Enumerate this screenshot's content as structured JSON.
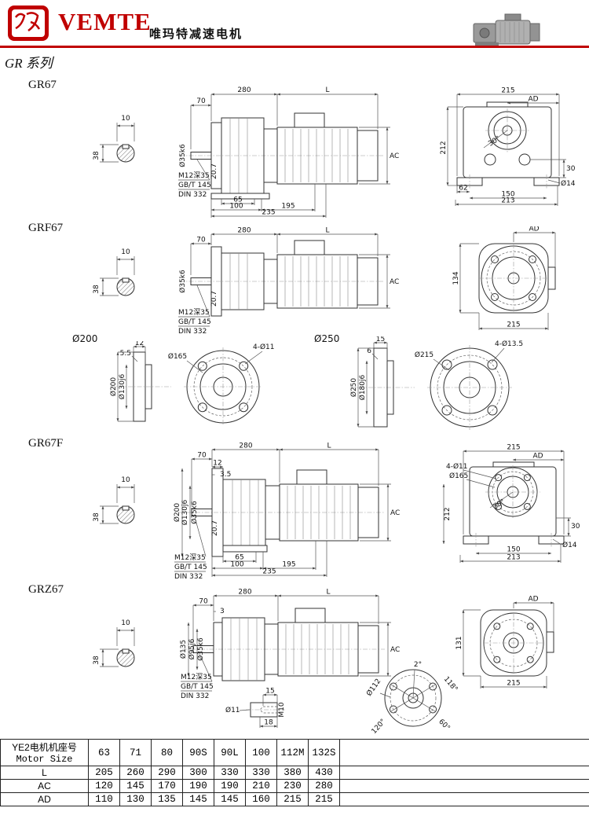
{
  "header": {
    "brand": "VEMTE",
    "subtitle": "唯玛特减速电机",
    "series": "GR 系列"
  },
  "common": {
    "key_w": "10",
    "shaft_h": "38",
    "thread": "M12深35",
    "std_gb": "GB/T 145",
    "std_din": "DIN 332"
  },
  "sections": {
    "gr67": {
      "title": "GR67",
      "side": {
        "len": "280",
        "L": "L",
        "d70": "70",
        "shaft_dia": "Ø35k6",
        "key": "20.7",
        "ac": "AC",
        "b1": "65",
        "b2": "100",
        "b3": "195",
        "b4": "235"
      },
      "end": {
        "w": "215",
        "ad": "AD",
        "h": "212",
        "ang": "30°",
        "r30": "30",
        "b62": "62",
        "b150": "150",
        "b213": "213",
        "hole": "Ø14"
      }
    },
    "grf67": {
      "title": "GRF67",
      "side": {
        "len": "280",
        "L": "L",
        "d70": "70",
        "shaft_dia": "Ø35k6",
        "key": "20.7",
        "ac": "AC"
      },
      "end": {
        "ad": "AD",
        "h": "134",
        "w": "215"
      }
    },
    "flange200": {
      "title": "Ø200",
      "t1": "12",
      "t2": "5.5",
      "od": "Ø200",
      "spigot": "Ø130j6",
      "bc": "Ø165",
      "holes": "4-Ø11"
    },
    "flange250": {
      "title": "Ø250",
      "t1": "15",
      "t2": "6",
      "od": "Ø250",
      "spigot": "Ø180j6",
      "bc": "Ø215",
      "holes": "4-Ø13.5"
    },
    "gr67f": {
      "title": "GR67F",
      "side": {
        "len": "280",
        "L": "L",
        "d70": "70",
        "t1": "12",
        "t2": "3.5",
        "od": "Ø200",
        "spigot": "Ø130j6",
        "shaft_dia": "Ø35k6",
        "key": "20.7",
        "ac": "AC",
        "b1": "65",
        "b2": "100",
        "b3": "195",
        "b4": "235"
      },
      "end": {
        "w": "215",
        "ad": "AD",
        "holes": "4-Ø11",
        "bc": "Ø165",
        "h": "212",
        "ang": "30°",
        "r30": "30",
        "hole": "Ø14",
        "b150": "150",
        "b213": "213"
      }
    },
    "grz67": {
      "title": "GRZ67",
      "side": {
        "len": "280",
        "L": "L",
        "d70": "70",
        "t1": "3",
        "od": "Ø135",
        "spigot": "Ø95j6",
        "shaft_dia": "Ø35k6",
        "ac": "AC"
      },
      "detail": {
        "dia": "Ø11",
        "depth": "15",
        "len": "18",
        "tap": "M10"
      },
      "end": {
        "ad": "AD",
        "h": "131",
        "w": "215"
      },
      "flange": {
        "dia": "Ø112",
        "a1": "2°",
        "a2": "118°",
        "a3": "120°",
        "a4": "60°"
      }
    }
  },
  "table": {
    "header_cn": "YE2电机机座号",
    "header_en": "Motor Size",
    "columns": [
      "63",
      "71",
      "80",
      "90S",
      "90L",
      "100",
      "112M",
      "132S"
    ],
    "rows": [
      {
        "label": "L",
        "values": [
          "205",
          "260",
          "290",
          "300",
          "330",
          "330",
          "380",
          "430"
        ]
      },
      {
        "label": "AC",
        "values": [
          "120",
          "145",
          "170",
          "190",
          "190",
          "210",
          "230",
          "280"
        ]
      },
      {
        "label": "AD",
        "values": [
          "110",
          "130",
          "135",
          "145",
          "145",
          "160",
          "215",
          "215"
        ]
      }
    ]
  }
}
